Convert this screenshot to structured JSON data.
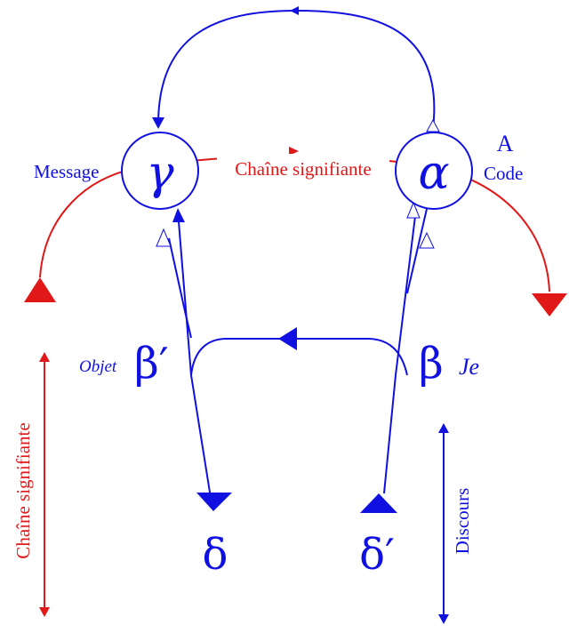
{
  "nodes": {
    "gamma": {
      "symbol": "γ",
      "label": "Message"
    },
    "alpha": {
      "symbol": "α",
      "label_top": "A",
      "label_bottom": "Code"
    },
    "beta_prime": {
      "symbol": "β′",
      "label": "Objet"
    },
    "beta": {
      "symbol": "β",
      "label": "Je"
    },
    "delta": {
      "symbol": "δ"
    },
    "delta_prime": {
      "symbol": "δ′"
    }
  },
  "arc_label": "Chaîne signifiante",
  "side_labels": {
    "left": "Chaîne signifiante",
    "right": "Discours"
  },
  "colors": {
    "blue": "#1010e0",
    "red": "#e01818"
  }
}
